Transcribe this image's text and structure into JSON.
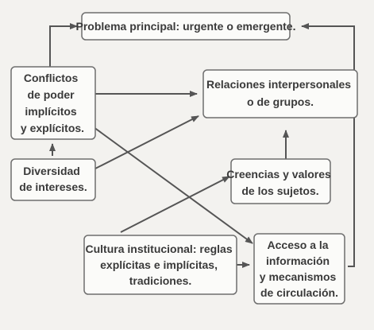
{
  "nodes": {
    "problema": {
      "lines": [
        "Problema principal: urgente o emergente."
      ]
    },
    "conflictos": {
      "lines": [
        "Conflictos",
        "de poder",
        "implícitos",
        "y explícitos."
      ]
    },
    "relaciones": {
      "lines": [
        "Relaciones interpersonales",
        "o de grupos."
      ]
    },
    "diversidad": {
      "lines": [
        "Diversidad",
        "de intereses."
      ]
    },
    "creencias": {
      "lines": [
        "Creencias y valores",
        "de los sujetos."
      ]
    },
    "cultura": {
      "lines": [
        "Cultura institucional: reglas",
        "explícitas e implícitas,",
        "tradiciones."
      ]
    },
    "acceso": {
      "lines": [
        "Acceso a la",
        "información",
        "y mecanismos",
        "de circulación."
      ]
    }
  },
  "edges": [
    {
      "from": "conflictos",
      "to": "problema"
    },
    {
      "from": "conflictos",
      "to": "relaciones"
    },
    {
      "from": "conflictos",
      "to": "acceso"
    },
    {
      "from": "diversidad",
      "to": "conflictos"
    },
    {
      "from": "diversidad",
      "to": "relaciones"
    },
    {
      "from": "creencias",
      "to": "relaciones"
    },
    {
      "from": "cultura",
      "to": "creencias"
    },
    {
      "from": "cultura",
      "to": "acceso"
    },
    {
      "from": "acceso",
      "to": "problema"
    }
  ]
}
